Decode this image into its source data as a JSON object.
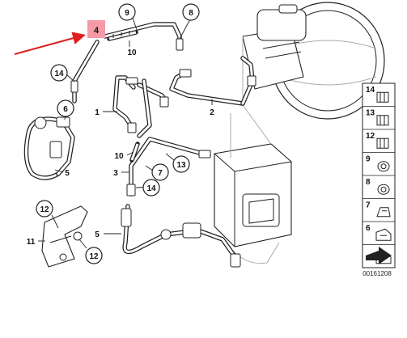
{
  "highlight": {
    "label": "4",
    "color": "#f59aa6",
    "arrow_color": "#e02020"
  },
  "callouts": {
    "c9": "9",
    "c8": "8",
    "c10_top": "10",
    "c14_left": "14",
    "c6": "6",
    "c1": "1",
    "c2": "2",
    "c10_mid": "10",
    "c3": "3",
    "c7": "7",
    "c13": "13",
    "c5_left": "5",
    "c12_top": "12",
    "c11": "11",
    "c12_bot": "12",
    "c5_bot": "5"
  },
  "parts_panel": {
    "items": [
      {
        "label": "14",
        "icon": "clip-icon"
      },
      {
        "label": "13",
        "icon": "clip-icon"
      },
      {
        "label": "12",
        "icon": "clip-icon"
      },
      {
        "label": "9",
        "icon": "grommet-icon"
      },
      {
        "label": "8",
        "icon": "grommet-icon"
      },
      {
        "label": "7",
        "icon": "clamp-icon"
      },
      {
        "label": "6",
        "icon": "bracket-icon"
      },
      {
        "label": "",
        "icon": "bracket-icon"
      }
    ]
  },
  "diagram_id": "00161208"
}
